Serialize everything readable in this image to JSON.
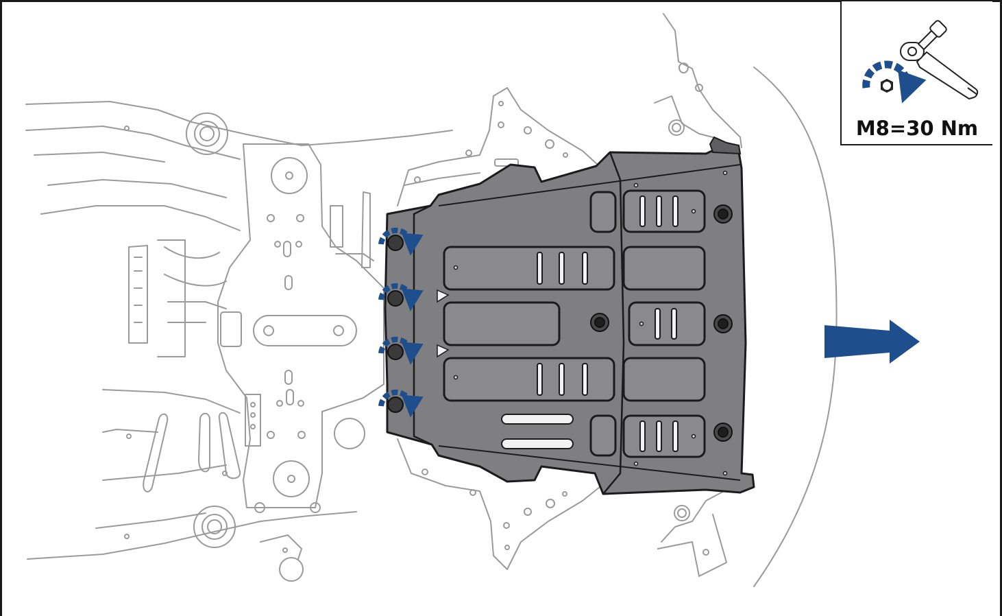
{
  "torque_spec": {
    "label": "M8=30 Nm",
    "arrow_color": "#1f4e8c",
    "icons": [
      "torque-wrench-icon",
      "tighten-rotation-icon",
      "hex-bolt-icon"
    ]
  },
  "direction_arrow": {
    "icon": "direction-arrow-right-icon",
    "color": "#1f4e8c"
  },
  "skid_plate": {
    "fill_color": "#7f7f81",
    "tighten_points": 4,
    "secured_bolts": 4
  },
  "chassis_outline_color": "#9a9a9a"
}
